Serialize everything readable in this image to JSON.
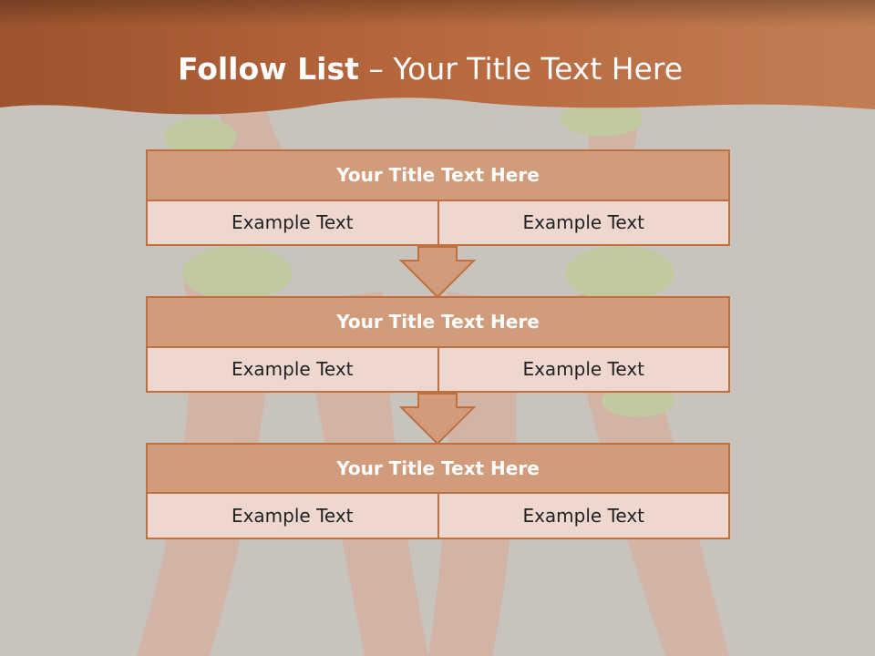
{
  "header": {
    "title_bold": "Follow List",
    "title_rest": " – Your Title Text Here"
  },
  "steps": [
    {
      "title": "Your Title Text Here",
      "left": "Example Text",
      "right": "Example Text"
    },
    {
      "title": "Your Title Text Here",
      "left": "Example Text",
      "right": "Example Text"
    },
    {
      "title": "Your Title Text Here",
      "left": "Example Text",
      "right": "Example Text"
    }
  ],
  "colors": {
    "banner": "#b8683d",
    "title_fill": "#d19c7b",
    "cell_fill": "#eed7ce",
    "border": "#c0703f",
    "background": "#c9c3be"
  }
}
